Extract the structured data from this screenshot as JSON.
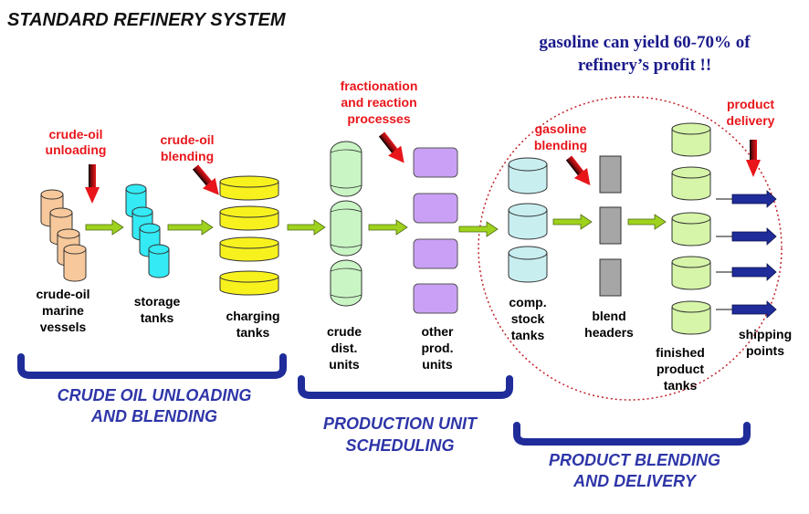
{
  "title": "STANDARD REFINERY SYSTEM",
  "note": [
    "gasoline can yield 60-70% of",
    "refinery’s profit !!"
  ],
  "annotations": {
    "crude_unloading": [
      "crude-oil",
      "unloading"
    ],
    "crude_blending": [
      "crude-oil",
      "blending"
    ],
    "fractionation": [
      "fractionation",
      "and reaction",
      "processes"
    ],
    "gasoline_blending": [
      "gasoline",
      "blending"
    ],
    "product_delivery": [
      "product",
      "delivery"
    ]
  },
  "labels": {
    "marine_vessels": [
      "crude-oil",
      "marine",
      "vessels"
    ],
    "storage_tanks": [
      "storage",
      "tanks"
    ],
    "charging_tanks": [
      "charging",
      "tanks"
    ],
    "crude_dist_units": [
      "crude",
      "dist.",
      "units"
    ],
    "other_prod_units": [
      "other",
      "prod.",
      "units"
    ],
    "comp_stock_tanks": [
      "comp.",
      "stock",
      "tanks"
    ],
    "blend_headers": [
      "blend",
      "headers"
    ],
    "finished_product_tanks": [
      "finished",
      "product",
      "tanks"
    ],
    "shipping_points": [
      "shipping",
      "points"
    ]
  },
  "sections": {
    "crude": [
      "CRUDE OIL UNLOADING",
      "AND BLENDING"
    ],
    "production": [
      "PRODUCTION UNIT",
      "SCHEDULING"
    ],
    "product": [
      "PRODUCT BLENDING",
      "AND DELIVERY"
    ]
  },
  "colors": {
    "vessel": "#f7c89b",
    "storage": "#33eaf5",
    "charging": "#f7f21e",
    "crude_unit": "#c9f5c4",
    "prod_unit": "#c9a0f5",
    "comp_stock": "#c8eef0",
    "finished": "#d6f5a8",
    "header": "#a6a6a6",
    "flow_arrow": "#9fd21e",
    "ship_arrow": "#1f2c9a",
    "red_arrow": "#e8161b",
    "bracket": "#1f2c9a",
    "section_text": "#2e35a8",
    "circle": "#c0222a"
  }
}
